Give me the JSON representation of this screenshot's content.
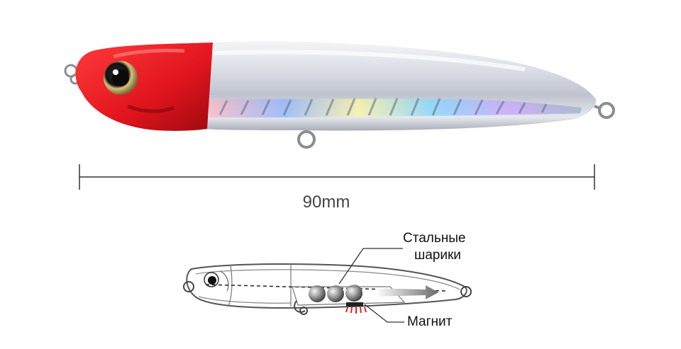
{
  "dimension": {
    "length_text": "90mm"
  },
  "schematic": {
    "steel_balls_line1": "Стальные",
    "steel_balls_line2": "шарики",
    "magnet_label": "Магнит"
  },
  "colors": {
    "head_red": "#e0141d",
    "body_silver": "#c9ccd6",
    "magnet_red": "#e02020"
  }
}
